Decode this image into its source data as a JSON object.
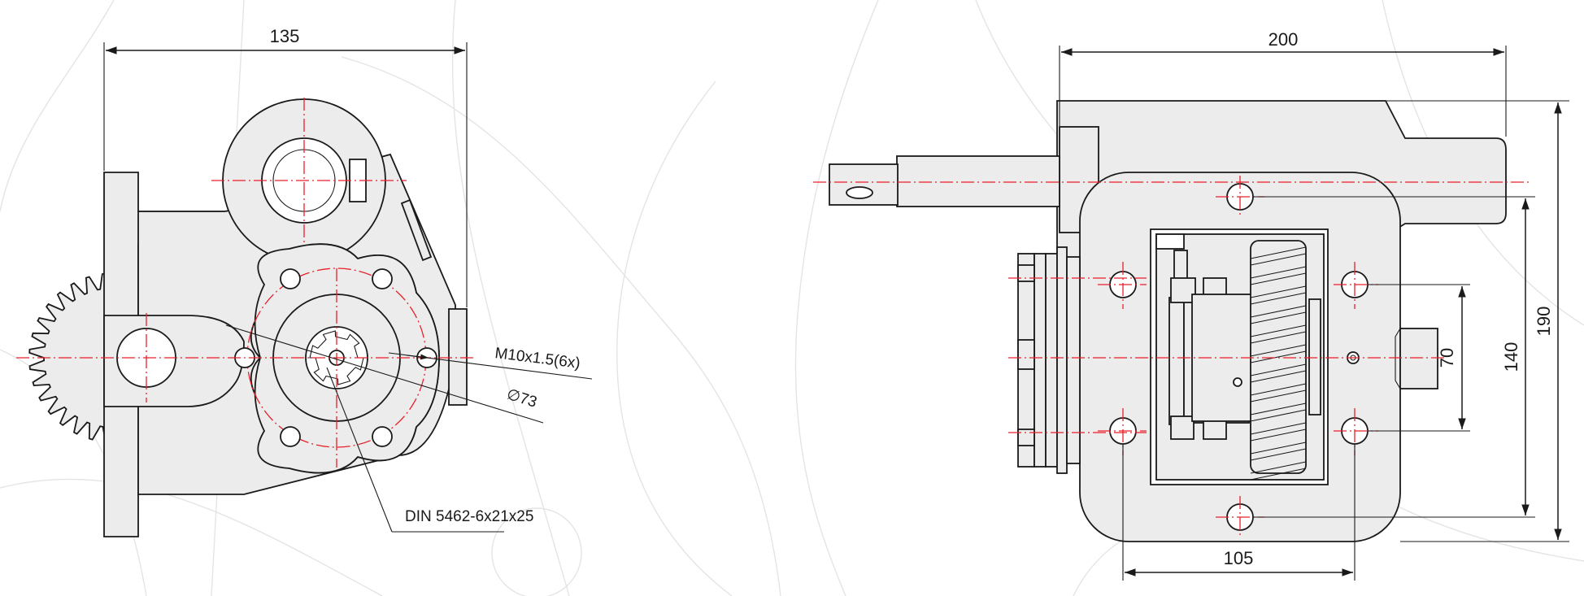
{
  "colors": {
    "outline": "#1a1a1a",
    "part_fill": "#ececec",
    "center_line": "#e8202a",
    "background_pattern": "#e4e4e4"
  },
  "front_view": {
    "width_dim": "135",
    "thread_label": "M10x1.5(6x)",
    "bolt_circle_label": "∅73",
    "spline_label": "DIN 5462-6x21x25"
  },
  "side_view": {
    "length_dim": "200",
    "height_outer_dim": "190",
    "height_bolt_dim": "140",
    "inner_dim": "70",
    "bolt_spacing_dim": "105"
  }
}
